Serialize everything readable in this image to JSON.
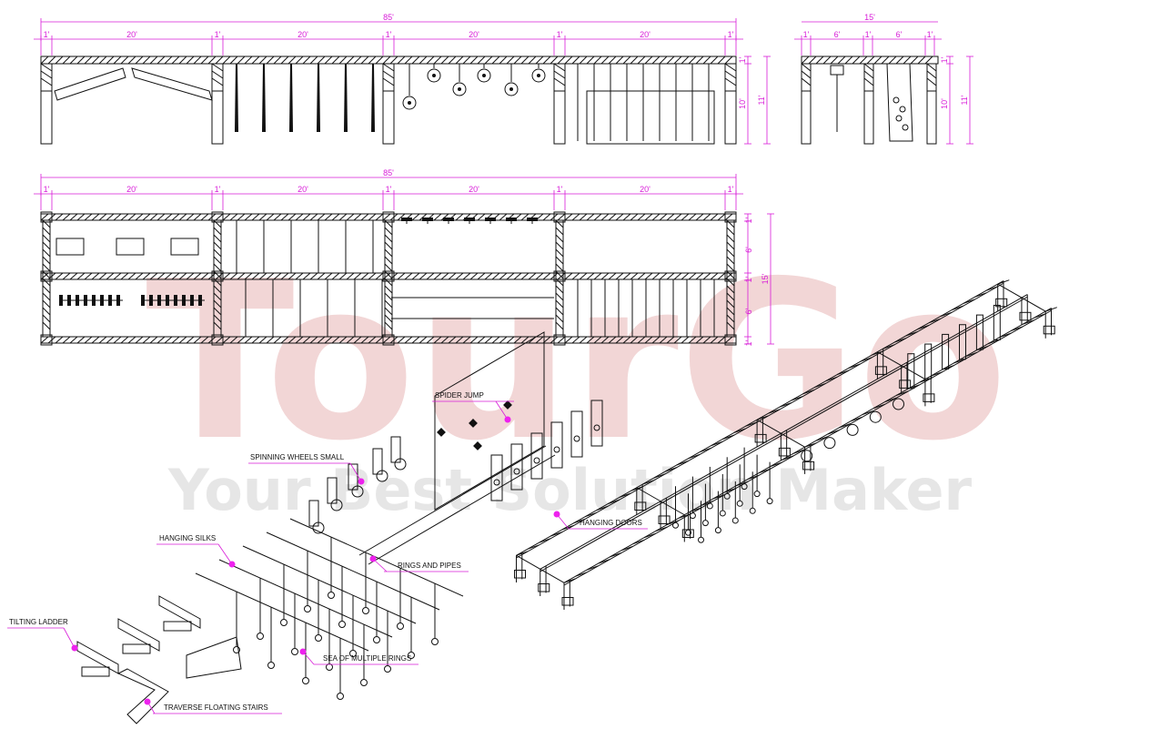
{
  "watermark": {
    "brand": "TourGo",
    "tagline": "Your Best Solution Maker"
  },
  "colors": {
    "dimension": "#d81bd8",
    "line": "#111111",
    "watermark_brand": "#f2d6d6"
  },
  "front_elevation": {
    "total": "85'",
    "segments": [
      "1'",
      "20'",
      "1'",
      "20'",
      "1'",
      "20'",
      "1'",
      "20'",
      "1'"
    ],
    "heights": [
      "1'",
      "10'",
      "11'"
    ]
  },
  "side_elevation": {
    "total": "15'",
    "segments": [
      "1'",
      "6'",
      "1'",
      "6'",
      "1'"
    ],
    "heights": [
      "1'",
      "10'",
      "11'"
    ]
  },
  "plan_view": {
    "total": "85'",
    "segments": [
      "1'",
      "20'",
      "1'",
      "20'",
      "1'",
      "20'",
      "1'",
      "20'",
      "1'"
    ],
    "side_total": "15'",
    "side_segments": [
      "1'",
      "6'",
      "1'",
      "6'",
      "1'"
    ]
  },
  "callouts": [
    {
      "label": "SPIDER JUMP"
    },
    {
      "label": "SPINNING WHEELS SMALL"
    },
    {
      "label": "HANGING DOORS"
    },
    {
      "label": "HANGING SILKS"
    },
    {
      "label": "RINGS AND PIPES"
    },
    {
      "label": "TILTING LADDER"
    },
    {
      "label": "SEA OF MULTIPLE RINGS"
    },
    {
      "label": "TRAVERSE FLOATING STAIRS"
    }
  ]
}
